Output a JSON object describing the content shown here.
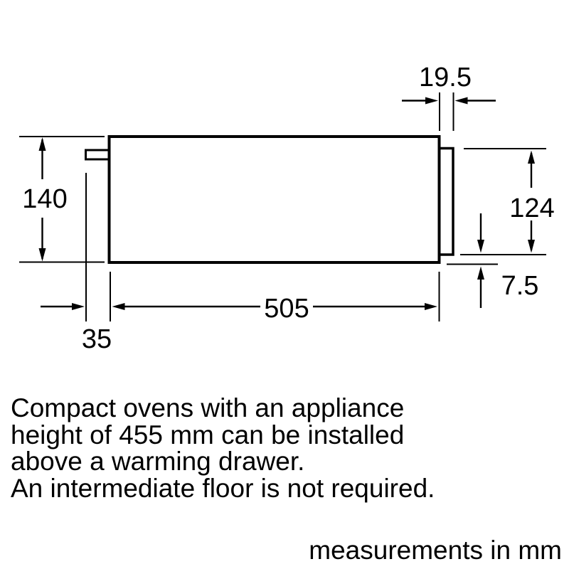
{
  "dims": {
    "niche_height_mm": "140",
    "front_panel_depth_mm": "19.5",
    "front_panel_height_mm": "124",
    "front_panel_bottom_gap_mm": "7.5",
    "appliance_depth_mm": "505",
    "rear_clearance_mm": "35"
  },
  "note": "Compact ovens with an appliance\nheight of 455 mm can be installed\nabove a warming drawer.\nAn intermediate floor is not required.",
  "footer": "measurements in mm",
  "colors": {
    "line": "#000000",
    "background": "#ffffff"
  }
}
